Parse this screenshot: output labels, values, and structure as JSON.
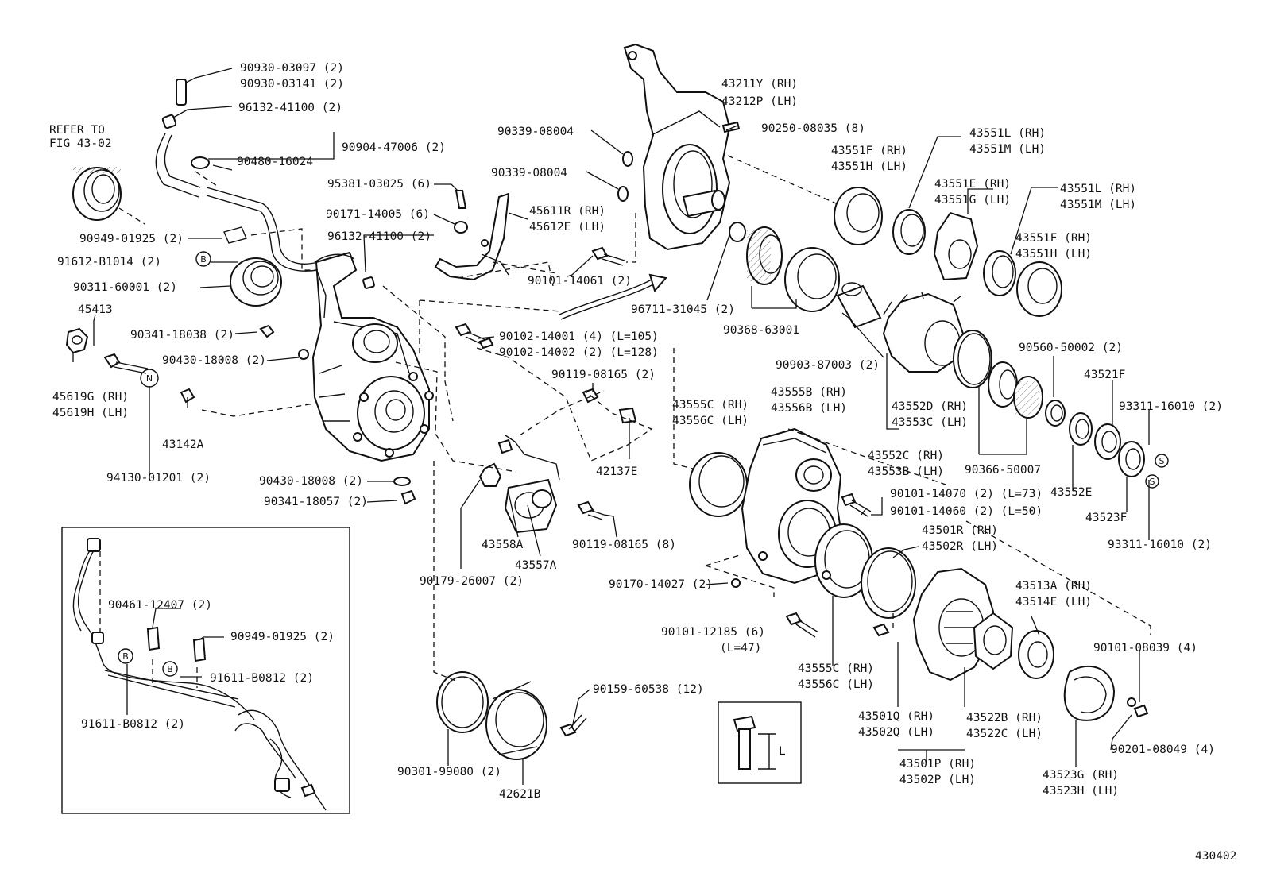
{
  "refer": [
    "REFER TO",
    "FIG 43-02"
  ],
  "fig_number": "430402",
  "markers": {
    "b": "B",
    "n": "N",
    "s": "S"
  },
  "length_symbol": "L",
  "labels": {
    "p90930_03097": "90930-03097 (2)",
    "p90930_03141": "90930-03141 (2)",
    "p96132_41100a": "96132-41100 (2)",
    "p90904_47006": "90904-47006 (2)",
    "p90480_16024": "90480-16024",
    "p90949_01925a": "90949-01925 (2)",
    "p91612_b1014": "91612-B1014 (2)",
    "p90311_60001": "90311-60001 (2)",
    "p45413": "45413",
    "p90341_18038": "90341-18038 (2)",
    "p90430_18008a": "90430-18008 (2)",
    "p45619g": "45619G (RH)",
    "p45619h": "45619H (LH)",
    "p43142a": "43142A",
    "p94130_01201": "94130-01201 (2)",
    "p90430_18008b": "90430-18008 (2)",
    "p90341_18057": "90341-18057 (2)",
    "p95381_03025": "95381-03025 (6)",
    "p90171_14005": "90171-14005 (6)",
    "p96132_41100b": "96132-41100 (2)",
    "p45611r": "45611R (RH)",
    "p45612e": "45612E (LH)",
    "p90339_08004a": "90339-08004",
    "p90339_08004b": "90339-08004",
    "p90101_14061": "90101-14061 (2)",
    "p90102_14001": "90102-14001 (4) (L=105)",
    "p90102_14002": "90102-14002 (2) (L=128)",
    "p90119_08165a": "90119-08165 (2)",
    "p42137e": "42137E",
    "p43558a": "43558A",
    "p43557a": "43557A",
    "p90119_08165b": "90119-08165 (8)",
    "p90179_26007": "90179-26007 (2)",
    "p90461_12407": "90461-12407 (2)",
    "p90949_01925b": "90949-01925 (2)",
    "p91611_b0812a": "91611-B0812 (2)",
    "p91611_b0812b": "91611-B0812 (2)",
    "p90159_60538": "90159-60538 (12)",
    "p90301_99080": "90301-99080 (2)",
    "p42621b": "42621B",
    "p43211y": "43211Y (RH)",
    "p43212p": "43212P (LH)",
    "p90250_08035": "90250-08035 (8)",
    "p43551f_a": "43551F (RH)",
    "p43551h_a": "43551H (LH)",
    "p43551l_a": "43551L (RH)",
    "p43551m_a": "43551M (LH)",
    "p43551e": "43551E (RH)",
    "p43551g": "43551G (LH)",
    "p43551l_b": "43551L (RH)",
    "p43551m_b": "43551M (LH)",
    "p43551f_b": "43551F (RH)",
    "p43551h_b": "43551H (LH)",
    "p96711_31045": "96711-31045 (2)",
    "p90368_63001": "90368-63001",
    "p90903_87003": "90903-87003 (2)",
    "p90560_50002": "90560-50002 (2)",
    "p43521f": "43521F",
    "p43552d": "43552D (RH)",
    "p43553c": "43553C (LH)",
    "p93311_16010a": "93311-16010 (2)",
    "p43555c_a": "43555C (RH)",
    "p43556c_a": "43556C (LH)",
    "p43555b": "43555B (RH)",
    "p43556b": "43556B (LH)",
    "p43552c": "43552C (RH)",
    "p43553b": "43553B (LH)",
    "p90366_50007": "90366-50007",
    "p43552e": "43552E",
    "p43523f": "43523F",
    "p93311_16010b": "93311-16010 (2)",
    "p90101_14070": "90101-14070 (2) (L=73)",
    "p90101_14060": "90101-14060 (2) (L=50)",
    "p43501r": "43501R (RH)",
    "p43502r": "43502R (LH)",
    "p90170_14027": "90170-14027 (2)",
    "p43513a": "43513A (RH)",
    "p43514e": "43514E (LH)",
    "p90101_12185": "90101-12185 (6)",
    "p_l47": "(L=47)",
    "p43555c_b": "43555C (RH)",
    "p43556c_b": "43556C (LH)",
    "p90101_08039": "90101-08039 (4)",
    "p43501q": "43501Q (RH)",
    "p43502q": "43502Q (LH)",
    "p43522b": "43522B (RH)",
    "p43522c": "43522C (LH)",
    "p43501p": "43501P (RH)",
    "p43502p": "43502P (LH)",
    "p90201_08049": "90201-08049 (4)",
    "p43523g": "43523G (RH)",
    "p43523h": "43523H (LH)"
  }
}
